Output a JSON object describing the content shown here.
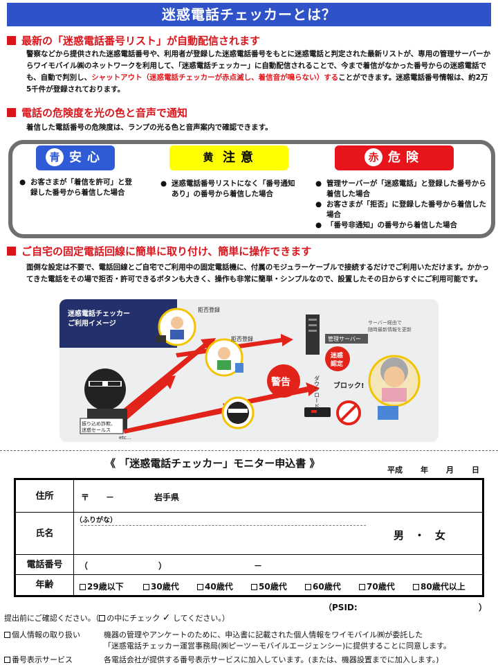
{
  "title": "迷惑電話チェッカーとは？",
  "sec1": {
    "heading": "最新の「迷惑電話番号リスト」が自動配信されます",
    "text_a": "警察などから提供された迷惑電話番号や、利用者が登録した迷惑電話番号をもとに迷惑電話と判定された最新リストが、専用の管理サーバーからワイモバイル㈱のネットワークを利用して、「迷惑電話チェッカー」に自動配信されることで、今まで着信がなかった番号からの迷惑電話でも、自動で判別し、",
    "text_red": "シャットアウト（迷惑電話チェッカーが赤点滅し、着信音が鳴らない）する",
    "text_b": "ことができます。迷惑電話番号情報は、約2万5千件が登録されております。"
  },
  "sec2": {
    "heading": "電話の危険度を光の色と音声で通知",
    "text": "着信した電話番号の危険度は、ランプの光る色と音声案内で確認できます。",
    "blue": {
      "circle": "青",
      "label": "安心",
      "bullets": [
        "お客さまが「着信を許可」と登録した番号から着信した場合"
      ]
    },
    "yellow": {
      "circle": "黄",
      "label": "注意",
      "bullets": [
        "迷惑電話番号リストになく「番号通知あり」の番号から着信した場合"
      ]
    },
    "red": {
      "circle": "赤",
      "label": "危険",
      "bullets": [
        "管理サーバーが「迷惑電話」と登録した番号から着信した場合",
        "お客さまが「拒否」に登録した番号から着信した場合",
        "「番号非通知」の番号から着信した場合"
      ]
    }
  },
  "sec3": {
    "heading": "ご自宅の固定電話回線に簡単に取り付け、簡単に操作できます",
    "text": "面倒な設定は不要で、電話回線とご自宅でご利用中の固定電話機に、付属のモジュラーケーブルで接続するだけでご利用いただけます。かかってきた電話をその場で拒否・許可できるボタンも大きく、操作も非常に簡単・シンプルなので、設置したその日からすぐにご利用可能です。"
  },
  "illustration": {
    "panel_title_1": "迷惑電話チェッカー",
    "panel_title_2": "ご利用イメージ",
    "reject_1": "拒否登録",
    "reject_2": "拒否登録",
    "server": "管理サーバー",
    "server_note_1": "サーバー経由で",
    "server_note_2": "随時最新情報を更新",
    "stamp_1": "迷惑",
    "stamp_2": "認定",
    "download": "ダウンロード",
    "warning": "警告",
    "block": "ブロック!",
    "caller_1": "振り込め詐欺、",
    "caller_2": "迷惑セールス",
    "etc": "etc…"
  },
  "form": {
    "title": "《 「迷惑電話チェッカー」モニター申込書 》",
    "date_era": "平成",
    "date_year": "年",
    "date_month": "月",
    "date_day": "日",
    "address_label": "住所",
    "postal": "〒　　－",
    "prefecture": "岩手県",
    "furigana": "（ふりがな）",
    "name_label": "氏名",
    "gender": "男　・　女",
    "phone_label": "電話番号",
    "phone_open": "（",
    "phone_close": "）",
    "phone_dash": "－",
    "age_label": "年齢",
    "ages": [
      "29歳以下",
      "30歳代",
      "40歳代",
      "50歳代",
      "60歳代",
      "70歳代",
      "80歳代以上"
    ],
    "psid": "（PSID:",
    "psid_close": "）"
  },
  "notes": {
    "intro_a": "提出前にご確認ください。（",
    "intro_b": "の中にチェック",
    "check_mark": "✓",
    "intro_c": "してください。）",
    "privacy_label": "個人情報の取り扱い",
    "privacy_1": "機器の管理やアンケートのために、申込書に記載された個人情報をワイモバイル㈱が委託した",
    "privacy_2": "「迷惑電話チェッカー運営事務局(㈱ピーツーモバイルエージェンシー)に提供することに同意します。",
    "caller_id_label": "番号表示サービス",
    "caller_id_text": "各電話会社が提供する番号表示サービスに加入しています。(または、機器設置までに加入します。)"
  },
  "colors": {
    "banner": "#2f52c8",
    "heading_red": "#d9151b",
    "safe_blue": "#2f5bd6",
    "caution_yellow": "#ffff00",
    "danger_red": "#e8141b",
    "frame_gray": "#6f6f6f"
  }
}
